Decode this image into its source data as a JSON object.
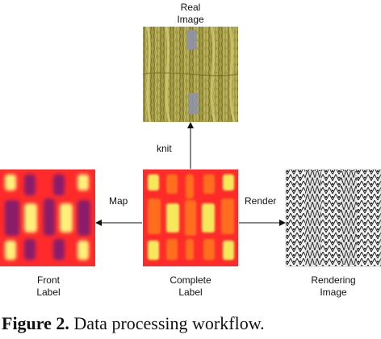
{
  "nodes": {
    "real_image": {
      "label_line1": "Real",
      "label_line2": "Image",
      "colors": {
        "base": "#a39b45",
        "wale_light": "#c8bf6a",
        "wale_dark": "#6f6a2a",
        "accent": "#8f93a8"
      }
    },
    "front_label": {
      "label_line1": "Front",
      "label_line2": "Label",
      "colors": {
        "background": "#ff2b2b",
        "light": "#fff07a",
        "dark": "#8a1f6a"
      }
    },
    "complete_label": {
      "label_line1": "Complete",
      "label_line2": "Label",
      "colors": {
        "background": "#ff2b2b",
        "light": "#f5e85a",
        "orange": "#ff6e1c"
      }
    },
    "rendering_image": {
      "label_line1": "Rendering",
      "label_line2": "Image",
      "colors": {
        "light": "#f2f2f2",
        "dark": "#222222"
      }
    }
  },
  "edges": {
    "knit": "knit",
    "map": "Map",
    "render": "Render"
  },
  "caption": {
    "prefix": "Figure 2.",
    "text": "Data processing workflow."
  }
}
